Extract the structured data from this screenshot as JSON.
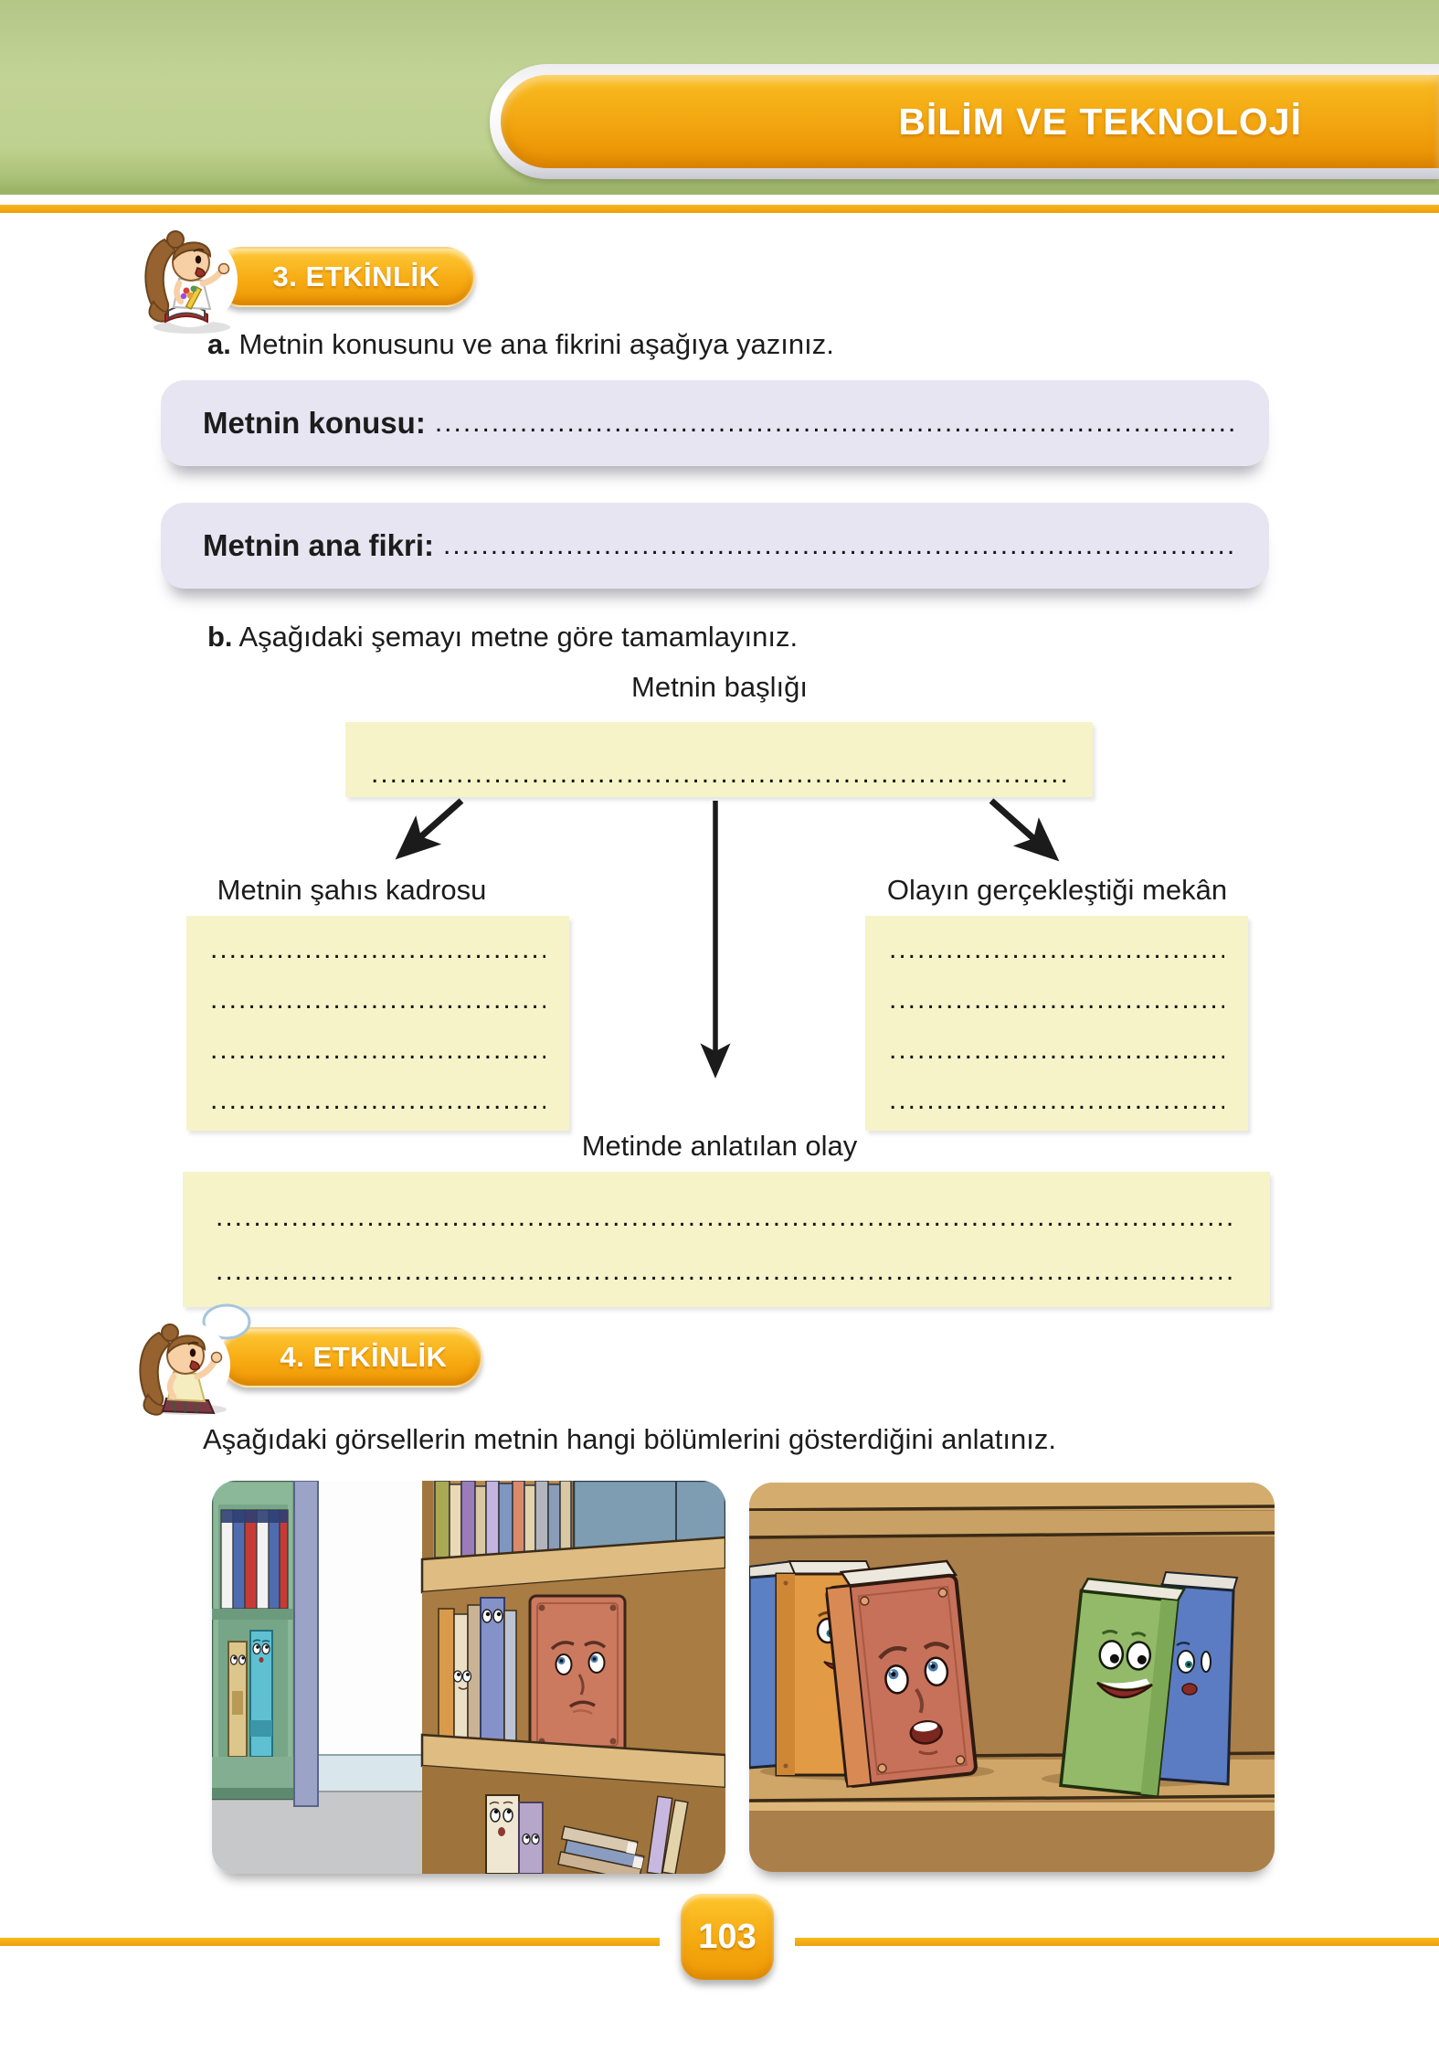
{
  "header": {
    "title": "BİLİM VE TEKNOLOJİ"
  },
  "colors": {
    "band_green": "#bfd18f",
    "accent_orange": "#f2a30f",
    "field_lavender": "#e6e5f1",
    "box_yellow": "#f7f3c8"
  },
  "activity3": {
    "badge_label": "3. ETKİNLİK",
    "item_a": {
      "marker": "a.",
      "text": "Metnin konusunu ve ana fikrini aşağıya yazınız."
    },
    "fields": [
      {
        "label": "Metnin konusu:",
        "dots": ".............................................................................................................................."
      },
      {
        "label": "Metnin ana fikri:",
        "dots": ".............................................................................................................................."
      }
    ],
    "item_b": {
      "marker": "b.",
      "text": "Aşağıdaki şemayı metne göre tamamlayınız."
    }
  },
  "diagram": {
    "title_label": "Metnin başlığı",
    "title_dots": "..............................................................................................................",
    "left": {
      "label": "Metnin şahıs kadrosu",
      "lines": [
        "......................................................................",
        "......................................................................",
        "......................................................................",
        "......................................................................"
      ]
    },
    "right": {
      "label": "Olayın gerçekleştiği mekân",
      "lines": [
        "......................................................................",
        "......................................................................",
        "......................................................................",
        "......................................................................"
      ]
    },
    "bottom": {
      "label": "Metinde anlatılan olay",
      "lines": [
        "................................................................................................................................................................",
        "................................................................................................................................................................"
      ]
    }
  },
  "activity4": {
    "badge_label": "4. ETKİNLİK",
    "instruction": "Aşağıdaki görsellerin metnin hangi bölümlerini gösterdiğini anlatınız."
  },
  "footer": {
    "page_number": "103"
  }
}
